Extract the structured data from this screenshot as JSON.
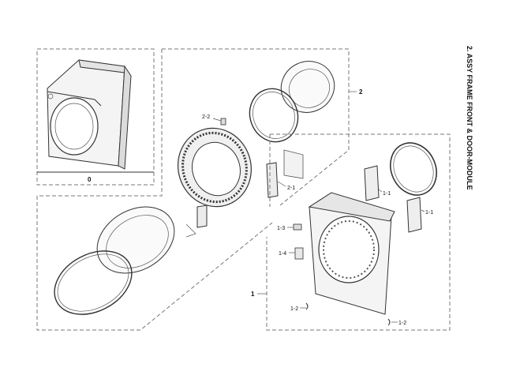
{
  "title": "2. ASSY FRAME FRONT & DOOR-MODULE",
  "labels": {
    "main_unit": "0",
    "door_assy": "2",
    "frame_assy": "1",
    "part_2_1": "2-1",
    "part_2_2": "2-2",
    "part_1_1_a": "1-1",
    "part_1_1_b": "1-1",
    "part_1_2_a": "1-2",
    "part_1_2_b": "1-2",
    "part_1_3": "1-3",
    "part_1_4": "1-4"
  }
}
